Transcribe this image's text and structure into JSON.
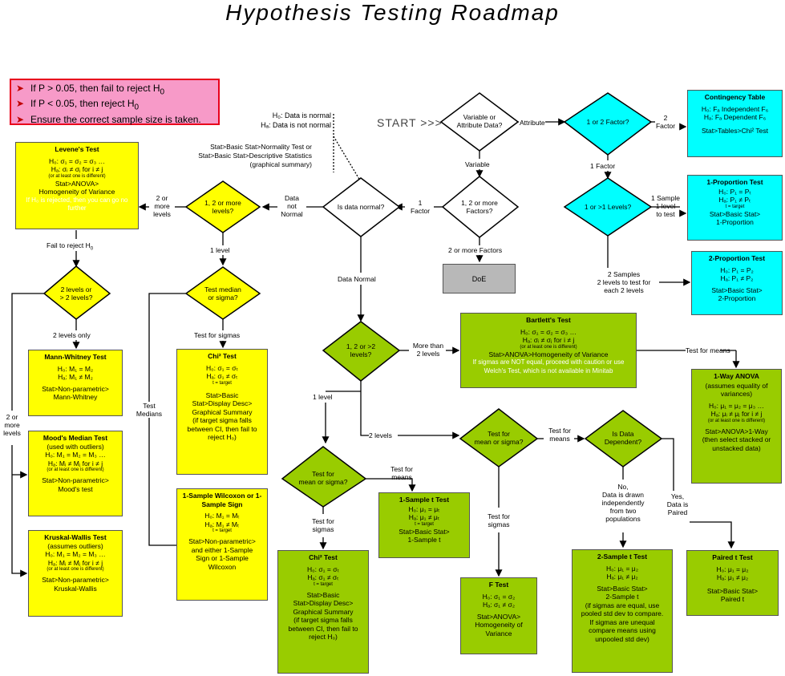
{
  "title": "Hypothesis Testing Roadmap",
  "notes": [
    "If P > 0.05, then fail to reject H",
    "If P < 0.05, then reject H",
    "Ensure the correct sample size is taken."
  ],
  "note_sub": "0",
  "start": "START >>>",
  "normality": {
    "h0": "H₀: Data is normal",
    "ha": "Hₐ: Data is not normal",
    "stat1": "Stat>Basic Stat>Normality Test or",
    "stat2": "Stat>Basic Stat>Descriptive Statistics",
    "stat3": "(graphical summary)"
  },
  "diamonds": {
    "variable_attr": [
      "Variable or",
      "Attribute Data?"
    ],
    "one_two_factor": [
      "1 or 2 Factor?"
    ],
    "one_two_more_factors": [
      "1, 2 or more",
      "Factors?"
    ],
    "is_normal": [
      "Is data normal?"
    ],
    "one_gt1_levels": [
      "1 or >1 Levels?"
    ],
    "np_levels": [
      "1, 2 or more",
      "levels?"
    ],
    "two_levels": [
      "2 levels or",
      "> 2 levels?"
    ],
    "np_median_sigma": [
      "Test median",
      "or sigma?"
    ],
    "p_levels": [
      "1, 2 or >2",
      "levels?"
    ],
    "p_mean_sigma_1": [
      "Test for",
      "mean or sigma?"
    ],
    "p_mean_sigma_2": [
      "Test for",
      "mean or sigma?"
    ],
    "dependent": [
      "Is Data",
      "Dependent?"
    ]
  },
  "labels": {
    "attribute": "Attribute",
    "variable": "Variable",
    "two_factor": [
      "2",
      "Factor"
    ],
    "one_factor_attr": "1 Factor",
    "one_factor": [
      "1",
      "Factor"
    ],
    "two_more_factors": "2 or more Factors",
    "data_not_normal": [
      "Data",
      "not",
      "Normal"
    ],
    "data_normal": "Data Normal",
    "one_sample": [
      "1 Sample",
      "1 level",
      "to test"
    ],
    "two_samples": [
      "2 Samples",
      "2 levels to  test for",
      "each 2 levels"
    ],
    "np_two_more": [
      "2 or",
      "more",
      "levels"
    ],
    "np_one_level": "1 level",
    "fail_reject": "Fail to reject H",
    "two_only": "2 levels only",
    "two_more_left": [
      "2 or",
      "more",
      "levels"
    ],
    "test_sigmas_np": "Test for sigmas",
    "test_medians": [
      "Test",
      "Medians"
    ],
    "more_than_two": [
      "More than",
      "2 levels"
    ],
    "test_means_bartlett": "Test for means",
    "p_one_level": "1 level",
    "p_two_levels": "2 levels",
    "test_for_means_1": [
      "Test for",
      "means"
    ],
    "test_for_sigmas_1": [
      "Test for",
      "sigmas"
    ],
    "test_for_means_2": [
      "Test for",
      "means"
    ],
    "test_for_sigmas_2": [
      "Test for",
      "sigmas"
    ],
    "not_dependent": [
      "No,",
      "Data is drawn",
      "independently",
      "from two",
      "populations"
    ],
    "yes_paired": [
      "Yes,",
      "Data is",
      "Paired"
    ]
  },
  "boxes": {
    "contingency": {
      "title": "Contingency Table",
      "lines": [
        "H₀: Fₐ Independent F₆",
        "Hₐ: Fₐ Dependent F₆",
        "",
        "Stat>Tables>Chi² Test"
      ]
    },
    "prop1": {
      "title": "1-Proportion Test",
      "lines": [
        "H₀: P₁ = Pₜ",
        "Hₐ: P₁ ≠ Pₜ",
        "t = target",
        "Stat>Basic Stat>",
        "1-Proportion"
      ]
    },
    "prop2": {
      "title": "2-Proportion Test",
      "lines": [
        "H₀: P₁ = P₂",
        "Hₐ: P₁ ≠ P₂",
        "",
        "Stat>Basic Stat>",
        "2-Proportion"
      ]
    },
    "doe": {
      "title": "DoE"
    },
    "levene": {
      "title": "Levene's Test",
      "lines": [
        "H₀: σ₁ = σ₂ = σ₃ …",
        "Hₐ: σᵢ ≠ σⱼ for i ≠ j",
        "(or at least one is different)",
        "Stat>ANOVA>",
        "Homogeneity of Variance"
      ],
      "warn": "If H₀ is rejected, then you can go no further"
    },
    "mann": {
      "title": "Mann-Whitney Test",
      "lines": [
        "H₀: M₁ = M₂",
        "Hₐ: M₁ ≠ M₂",
        "",
        "Stat>Non-parametric>",
        "Mann-Whitney"
      ]
    },
    "mood": {
      "title": "Mood's Median Test",
      "lines": [
        "(used with outliers)",
        "H₀: M₁ = M₂ = M₃ …",
        "Hₐ: Mᵢ ≠ Mⱼ for i ≠ j",
        "(or at least one is different)",
        "",
        "Stat>Non-parametric>",
        "Mood's test"
      ]
    },
    "kruskal": {
      "title": "Kruskal-Wallis Test",
      "lines": [
        "(assumes outliers)",
        "H₀: M₁ = M₂ = M₃ …",
        "Hₐ: Mᵢ ≠ Mⱼ for i ≠ j",
        "(or at least one is different)",
        "",
        "Stat>Non-parametric>",
        "Kruskal-Wallis"
      ]
    },
    "chi_np": {
      "title": "Chi² Test",
      "lines": [
        "H₀: σ₁ = σₜ",
        "Hₐ: σ₁ ≠ σₜ",
        "t = target",
        "Stat>Basic",
        "Stat>Display Desc>",
        "Graphical Summary",
        "(if target sigma falls",
        "between CI, then fail to",
        "reject H₀)"
      ]
    },
    "wilcoxon": {
      "title": "1-Sample Wilcoxon or 1-Sample Sign",
      "lines": [
        "H₀: M₁ = Mₜ",
        "Hₐ: M₁ ≠ Mₜ",
        "t = target",
        "Stat>Non-parametric>",
        "and either 1-Sample",
        "Sign or 1-Sample",
        "Wilcoxon"
      ]
    },
    "bartlett": {
      "title": "Bartlett's Test",
      "lines": [
        "H₀: σ₁ = σ₂ = σ₃ …",
        "Hₐ: σᵢ ≠ σⱼ for i ≠ j",
        "(or at least one is different)",
        "Stat>ANOVA>Homogeneity of Variance"
      ],
      "warn": "If sigmas are NOT equal, proceed with caution or use Welch's Test, which is not available in Minitab"
    },
    "anova": {
      "title": "1-Way ANOVA",
      "lines": [
        "(assumes equality of",
        "variances)",
        "H₀: μ₁ = μ₂ = μ₃ …",
        "Hₐ: μᵢ ≠ μⱼ for i ≠ j",
        "(or at least one is different)",
        "Stat>ANOVA>1-Way",
        "(then select stacked or",
        "unstacked data)"
      ]
    },
    "onet": {
      "title": "1-Sample t Test",
      "lines": [
        "H₀: μ₁ = μₜ",
        "Hₐ: μ₁ ≠ μₜ",
        "t = target",
        "Stat>Basic Stat>",
        "1-Sample t"
      ]
    },
    "chi_p": {
      "title": "Chi² Test",
      "lines": [
        "H₀: σ₁ = σₜ",
        "Hₐ: σ₁ ≠ σₜ",
        "t = target",
        "Stat>Basic",
        "Stat>Display Desc>",
        "Graphical Summary",
        "(if target sigma falls",
        "between CI, then fail to",
        "reject H₀)"
      ]
    },
    "ftest": {
      "title": "F Test",
      "lines": [
        "H₀: σ₁ = σ₂",
        "Hₐ: σ₁ ≠ σ₂",
        "",
        "Stat>ANOVA>",
        "Homogeneity of",
        "Variance"
      ]
    },
    "twot": {
      "title": "2-Sample t Test",
      "lines": [
        "H₀: μ₁ = μ₂",
        "Hₐ: μ₁ ≠ μ₂",
        "",
        "Stat>Basic Stat>",
        "2-Sample t",
        "(if sigmas are equal, use",
        "pooled std dev to compare.",
        "If sigmas are unequal",
        "compare means using",
        "unpooled std dev)"
      ]
    },
    "paired": {
      "title": "Paired t Test",
      "lines": [
        "H₀: μ₁ = μ₂",
        "Hₐ: μ₁ ≠ μ₂",
        "",
        "Stat>Basic Stat>",
        "Paired t"
      ]
    }
  },
  "colors": {
    "nonparametric": "#ffff00",
    "parametric": "#99cc00",
    "attribute": "#00ffff",
    "note_fill": "#f79ac8",
    "note_border": "#e8001c"
  }
}
